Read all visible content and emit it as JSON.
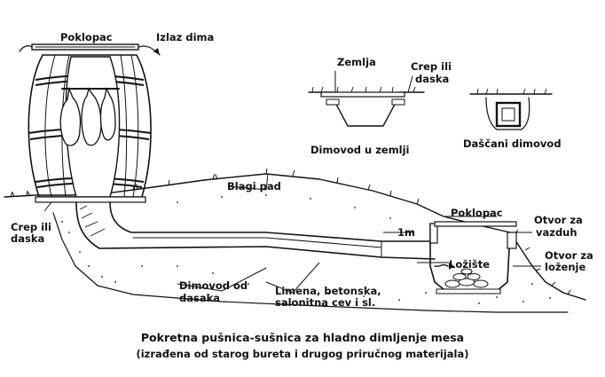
{
  "labels": {
    "poklopac_top": "Poklopac",
    "izlaz_dima": "Izlaz dima",
    "zemlja": "Zemlja",
    "crep_ili": "Crep ili",
    "daska": "daska",
    "dimovod_u_zemlji": "Dimovod u zemlji",
    "dascani_dimovod": "Daščani dimovod",
    "blagi_pad": "Blagi pad",
    "poklopac_right": "Poklopac",
    "otvor_za": "Otvor za",
    "vazduh": "vazduh",
    "crep_ili_left": "Crep ili",
    "daska_left": "daska",
    "one_m": "1m",
    "loziste": "Ložište",
    "otvor_za_2": "Otvor za",
    "lozenje": "loženje",
    "dimovod_od": "Dimovod od",
    "dasaka": "dasaka",
    "limena_betonska": "Limena, betonska,",
    "salonitna": "salonitna cev i sl."
  },
  "caption": {
    "line1": "Pokretna pušnica-sušnica za hladno dimljenje mesa",
    "line2": "(izrađena od starog bureta i drugog priručnog materijala)"
  }
}
